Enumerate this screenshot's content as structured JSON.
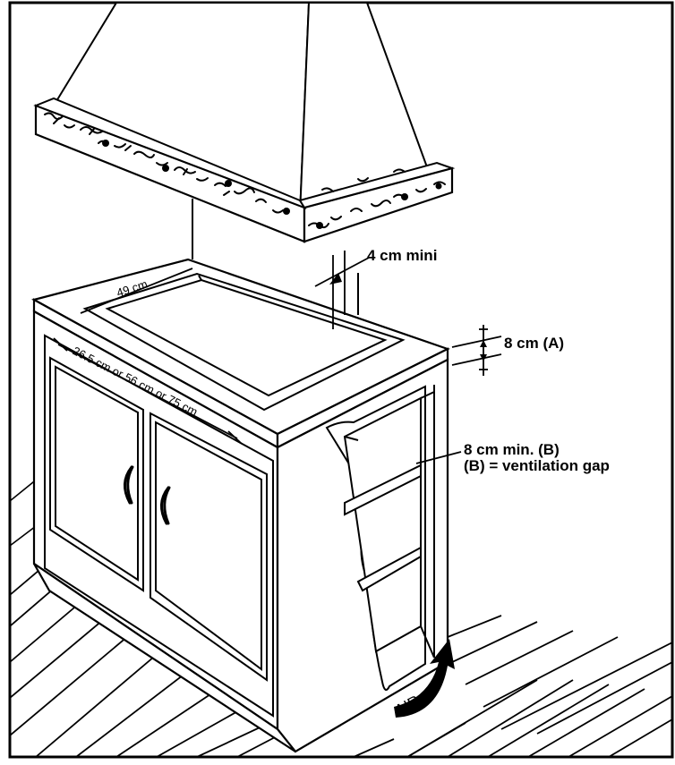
{
  "labels": {
    "gap_hood": "4 cm mini",
    "depth": "49 cm",
    "width": "26.5 cm or 56 cm or 75 cm",
    "height_a": "8 cm (A)",
    "vent_line1": "8 cm min. (B)",
    "vent_line2": "(B) = ventilation gap",
    "air": "AIR"
  },
  "colors": {
    "ink": "#000000",
    "paper": "#ffffff"
  }
}
